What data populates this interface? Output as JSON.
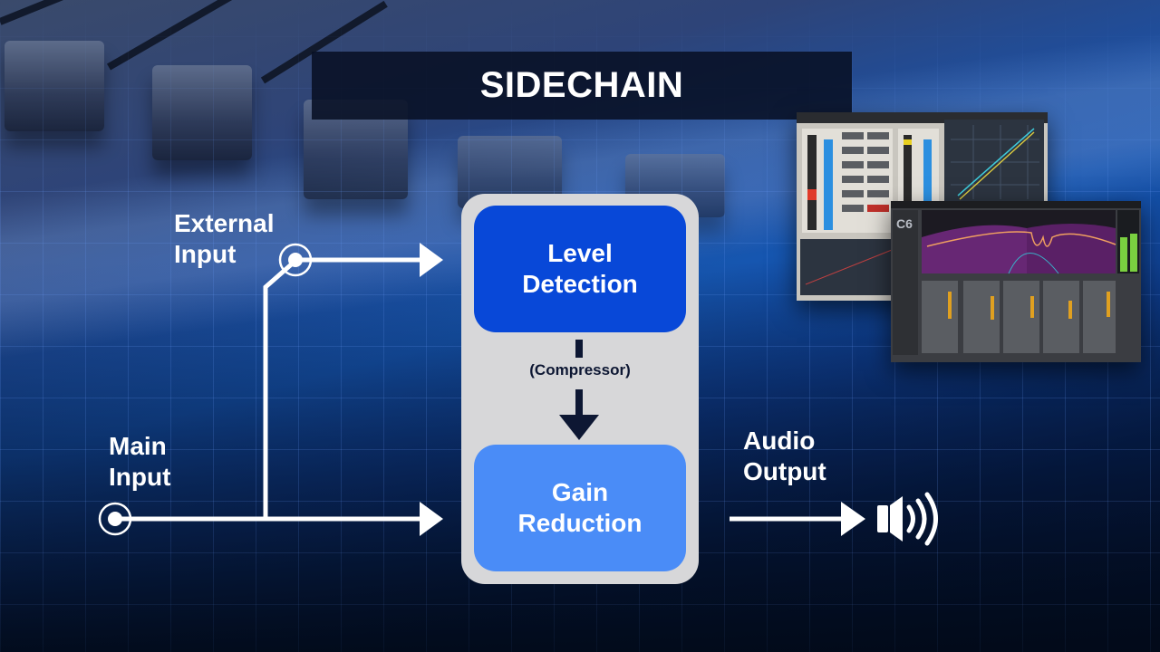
{
  "title": "SIDECHAIN",
  "inputs": {
    "external": [
      "External",
      "Input"
    ],
    "main": [
      "Main",
      "Input"
    ]
  },
  "processor": {
    "top_block": [
      "Level",
      "Detection"
    ],
    "connector_label": "(Compressor)",
    "bottom_block": [
      "Gain",
      "Reduction"
    ]
  },
  "output": {
    "label": [
      "Audio",
      "Output"
    ],
    "icon": "speaker-volume-icon"
  },
  "plugins": {
    "back_window": "compressor-plugin-screenshot",
    "front_window": "c6-multiband-plugin-screenshot",
    "front_logo": "C6"
  },
  "colors": {
    "level_detection": "#0848d8",
    "gain_reduction": "#4a8cf7",
    "panel": "#d7d7d9",
    "title_band": "#081024",
    "arrows": "#ffffff",
    "compressor_arrow": "#0d1733"
  }
}
